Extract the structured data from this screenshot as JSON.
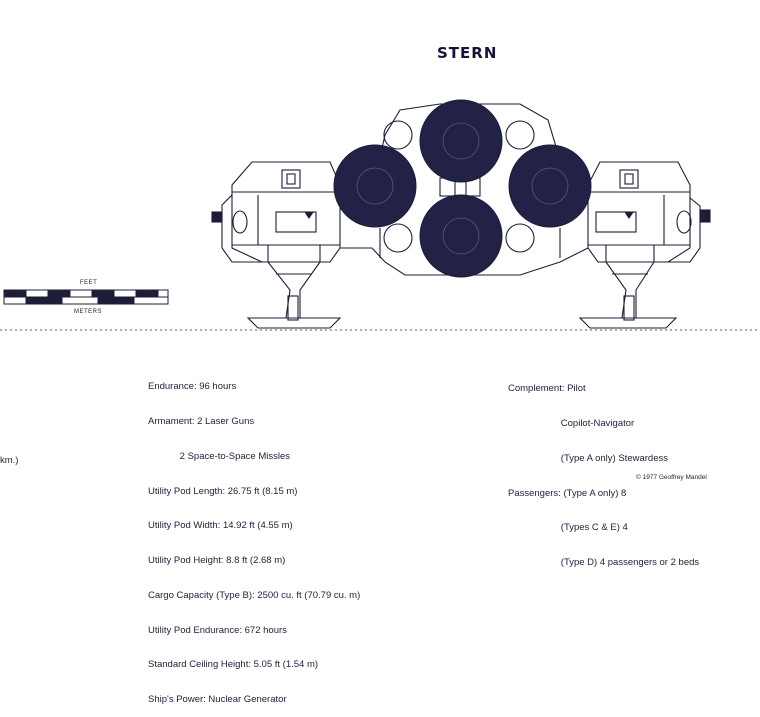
{
  "title": "STERN",
  "scale": {
    "top_label": "FEET",
    "bottom_label": "METERS"
  },
  "specs_left": [
    "Endurance: 96 hours",
    "Armament: 2 Laser Guns",
    "            2 Space-to-Space Missles",
    "Utility Pod Length: 26.75 ft (8.15 m)",
    "Utility Pod Width: 14.92 ft (4.55 m)",
    "Utility Pod Height: 8.8 ft (2.68 m)",
    "Cargo Capacity (Type B): 2500 cu. ft (70.79 cu. m)",
    "Utility Pod Endurance: 672 hours",
    "Standard Ceiling Height: 5.05 ft (1.54 m)",
    "Ship's Power: Nuclear Generator"
  ],
  "specs_right": [
    "Complement: Pilot",
    "                    Copilot-Navigator",
    "                    (Type A only) Stewardess",
    "Passengers: (Type A only) 8",
    "                    (Types C & E) 4",
    "                    (Type D) 4 passengers or 2 beds"
  ],
  "partial_left": "km.)",
  "copyright": "© 1977 Geoffrey Mandel",
  "colors": {
    "ink": "#1d1d3a",
    "engine": "#222247",
    "paper": "#ffffff"
  }
}
